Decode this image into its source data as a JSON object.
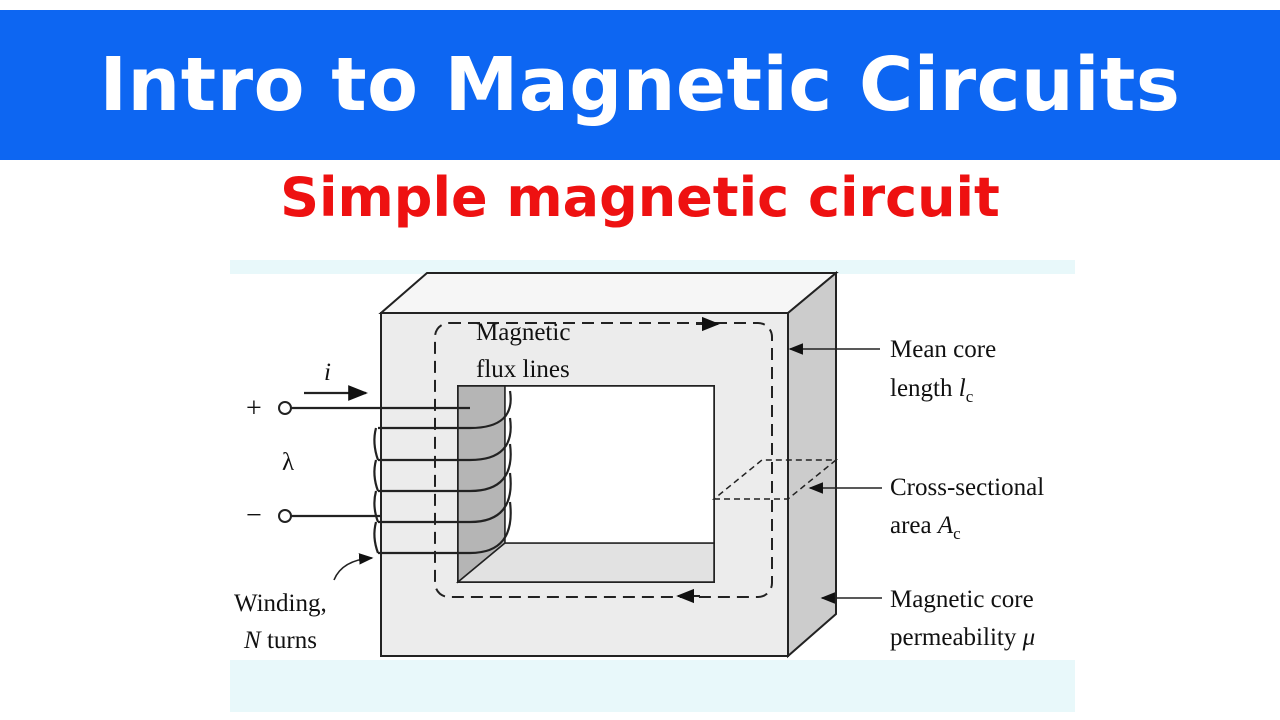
{
  "header": {
    "title": "Intro to Magnetic Circuits"
  },
  "subtitle": "Simple magnetic circuit",
  "figure": {
    "labels": {
      "flux_line1": "Magnetic",
      "flux_line2": "flux lines",
      "current": "i",
      "plus": "+",
      "lambda": "λ",
      "minus": "−",
      "winding_line1": "Winding,",
      "winding_N": "N",
      "winding_turns": " turns",
      "mean_line1": "Mean core",
      "mean_line2": "length ",
      "mean_sym": "l",
      "mean_sub": "c",
      "cross_line1": "Cross-sectional",
      "cross_line2": "area ",
      "cross_sym": "A",
      "cross_sub": "c",
      "perm_line1": "Magnetic core",
      "perm_line2": "permeability ",
      "perm_sym": "μ"
    },
    "colors": {
      "core_front": "#ececec",
      "core_top": "#f6f6f6",
      "core_side": "#cccccc",
      "window_inner_left": "#b5b5b5",
      "window_inner_bottom": "#e2e2e2",
      "band": "#e8f8fa"
    }
  }
}
